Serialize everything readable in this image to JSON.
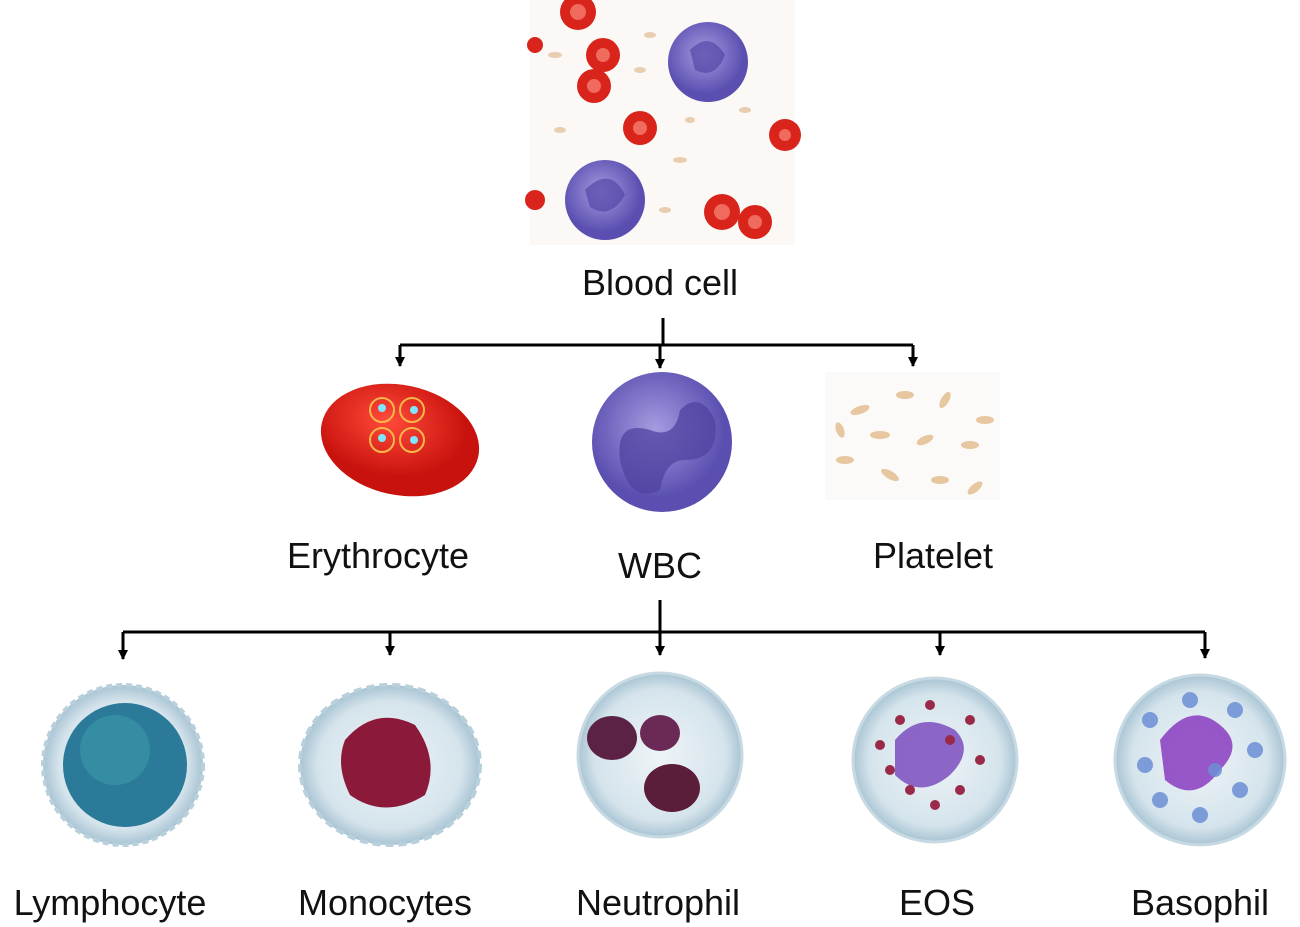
{
  "root": {
    "label": "Blood cell"
  },
  "level1": [
    {
      "label": "Erythrocyte"
    },
    {
      "label": "WBC"
    },
    {
      "label": "Platelet"
    }
  ],
  "level2": [
    {
      "label": "Lymphocyte"
    },
    {
      "label": "Monocytes"
    },
    {
      "label": "Neutrophil"
    },
    {
      "label": "EOS"
    },
    {
      "label": "Basophil"
    }
  ],
  "colors": {
    "rbc": "#e4221b",
    "wbc": "#7b6fc4",
    "platelet": "#e9c9a2",
    "line": "#000000"
  }
}
